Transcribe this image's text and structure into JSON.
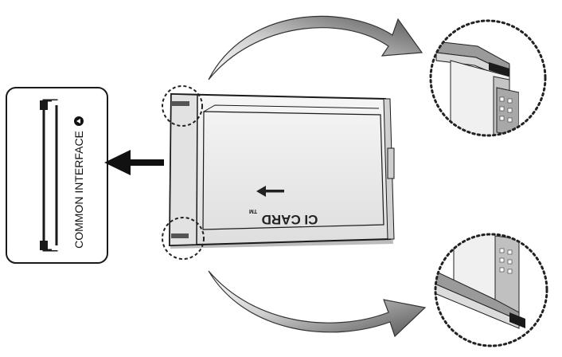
{
  "slot_panel": {
    "label": "COMMON INTERFACE",
    "icon": "ci-slot-symbol-icon"
  },
  "card": {
    "label": "CI CARD",
    "trademark": "TM",
    "direction_icon": "left-arrow-icon"
  },
  "icons": {
    "insert_arrow": "insert-arrow-icon",
    "zoom_arrow_top": "curved-arrow-icon",
    "zoom_arrow_bottom": "curved-arrow-icon",
    "zoom_top": "zoom-detail-top",
    "zoom_bottom": "zoom-detail-bottom"
  },
  "colors": {
    "line": "#1a1a1a",
    "card_fill": "#ececec",
    "card_shadow": "#b8b8b8",
    "arrow_gradient_light": "#e6e6e6",
    "arrow_gradient_dark": "#555555"
  }
}
